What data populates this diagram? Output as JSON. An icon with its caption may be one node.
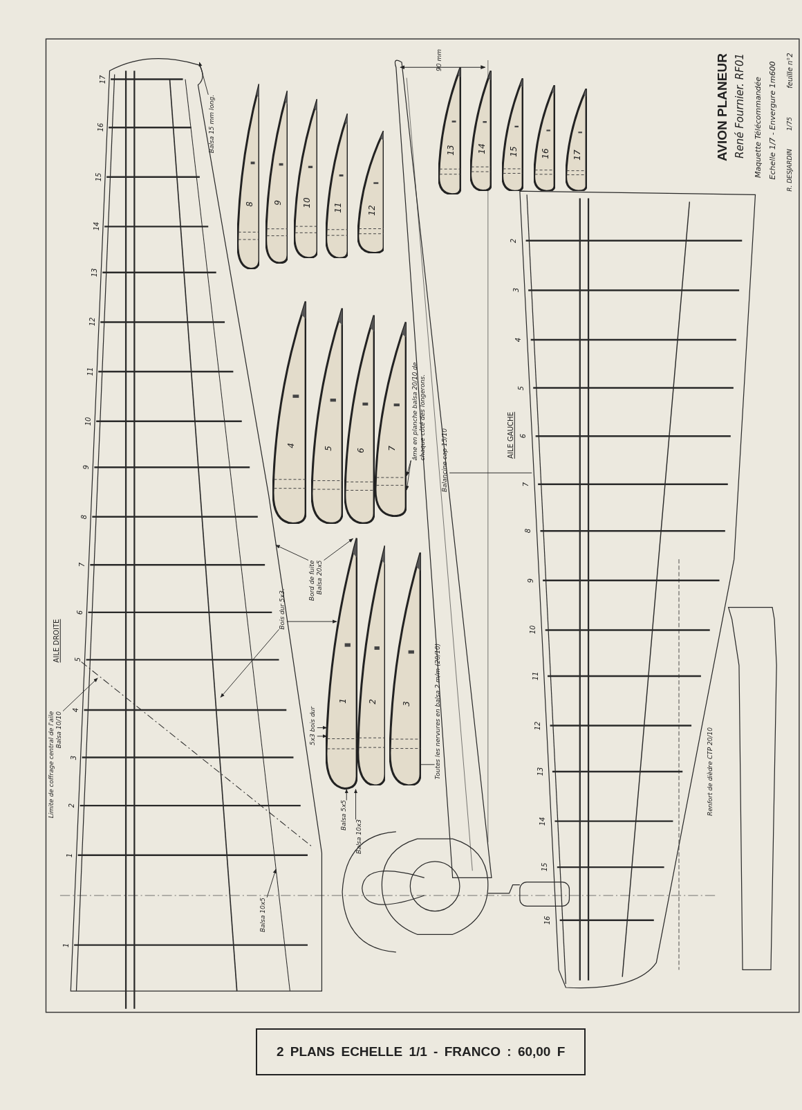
{
  "diagram": {
    "title": "AVION PLANEUR",
    "caption": "2 PLANS ECHELLE 1/1 - FRANCO : 60,00 F",
    "nodes": [
      {
        "text": [
          "Limite de coffrage central de l'aile",
          "Balsa 10/10"
        ]
      },
      {
        "text": [
          "Balsa 10x5"
        ]
      },
      {
        "text": [
          "Balsa 15 mm long."
        ]
      },
      {
        "text": [
          "Bois dur 5x3."
        ]
      },
      {
        "text": [
          "Bord de fuite",
          "Balsa 20x5"
        ]
      },
      {
        "text": [
          "5x3 bois dur"
        ]
      },
      {
        "text": [
          "Balsa 5x5"
        ]
      },
      {
        "text": [
          "Balsa 10x3"
        ]
      },
      {
        "text": [
          "Toutes les nervures en balsa 2 m/m (20/10)"
        ]
      },
      {
        "text": [
          "âme en planche balsa 20/10 de chaque côté des longerons."
        ]
      },
      {
        "text": [
          "Balancine cap 15/10"
        ]
      },
      {
        "text": [
          "1"
        ]
      },
      {
        "text": [
          "2"
        ]
      },
      {
        "text": [
          "3"
        ]
      },
      {
        "text": [
          "4"
        ]
      },
      {
        "text": [
          "5"
        ]
      },
      {
        "text": [
          "6"
        ]
      },
      {
        "text": [
          "7"
        ]
      },
      {
        "text": [
          "8"
        ]
      },
      {
        "text": [
          "9"
        ]
      },
      {
        "text": [
          "10"
        ]
      },
      {
        "text": [
          "11"
        ]
      },
      {
        "text": [
          "12"
        ]
      },
      {
        "text": [
          "13"
        ]
      },
      {
        "text": [
          "14"
        ]
      },
      {
        "text": [
          "15"
        ]
      },
      {
        "text": [
          "16"
        ]
      },
      {
        "text": [
          "17"
        ]
      }
    ],
    "edges": [
      {
        "from": 0,
        "to": null,
        "arrow": "to"
      },
      {
        "from": 1,
        "to": null,
        "arrow": "to"
      },
      {
        "from": 2,
        "to": null,
        "arrow": "to"
      },
      {
        "from": 3,
        "to": 11,
        "arrow": "to"
      },
      {
        "from": 3,
        "to": null,
        "arrow": "to"
      },
      {
        "from": 4,
        "to": 11,
        "arrow": "to"
      },
      {
        "from": 4,
        "to": null,
        "arrow": "to"
      },
      {
        "from": 5,
        "to": 11,
        "arrow": "to"
      },
      {
        "from": 5,
        "to": 11,
        "arrow": "to"
      },
      {
        "from": 6,
        "to": 11,
        "arrow": "to"
      },
      {
        "from": 7,
        "to": 11,
        "arrow": "to"
      },
      {
        "from": 8,
        "to": 13,
        "arrow": "none"
      },
      {
        "from": 9,
        "to": 17,
        "arrow": "to"
      },
      {
        "from": 9,
        "to": 17,
        "arrow": "to"
      },
      {
        "from": 10,
        "to": null,
        "arrow": "none"
      }
    ],
    "labels": [
      "René Fournier. RF01",
      "Maquette Télécommandée",
      "Echelle 1/7 - Envergure 1m600",
      "feuille n°2",
      "1/75",
      "R. DESJARDIN",
      "AILE DROITE",
      "1",
      "1",
      "2",
      "3",
      "4",
      "5",
      "6",
      "7",
      "8",
      "9",
      "10",
      "11",
      "12",
      "13",
      "14",
      "15",
      "16",
      "17",
      "AILE GAUCHE",
      "2",
      "3",
      "4",
      "5",
      "6",
      "7",
      "8",
      "9",
      "10",
      "11",
      "12",
      "13",
      "14",
      "15",
      "16",
      "90 mm",
      "Renfort de dièdre CTP 20/10"
    ]
  }
}
